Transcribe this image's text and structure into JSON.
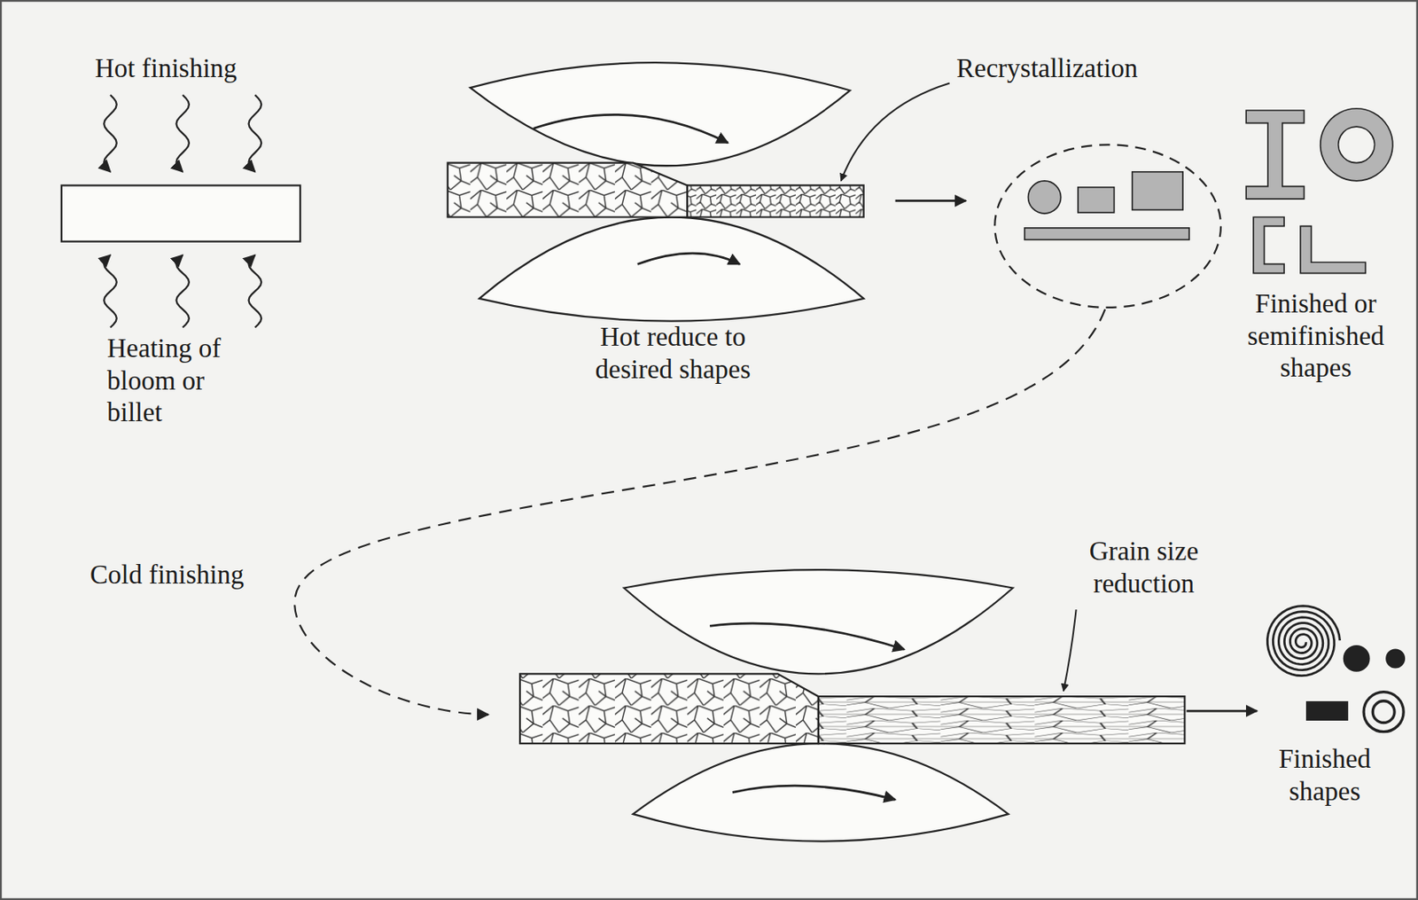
{
  "diagram": {
    "labels": [
      "Hot finishing",
      "Heating of bloom or billet",
      "Hot reduce to desired shapes",
      "Recrystallization",
      "Finished or semifinished shapes",
      "Cold finishing",
      "Grain size reduction",
      "Finished shapes"
    ]
  }
}
